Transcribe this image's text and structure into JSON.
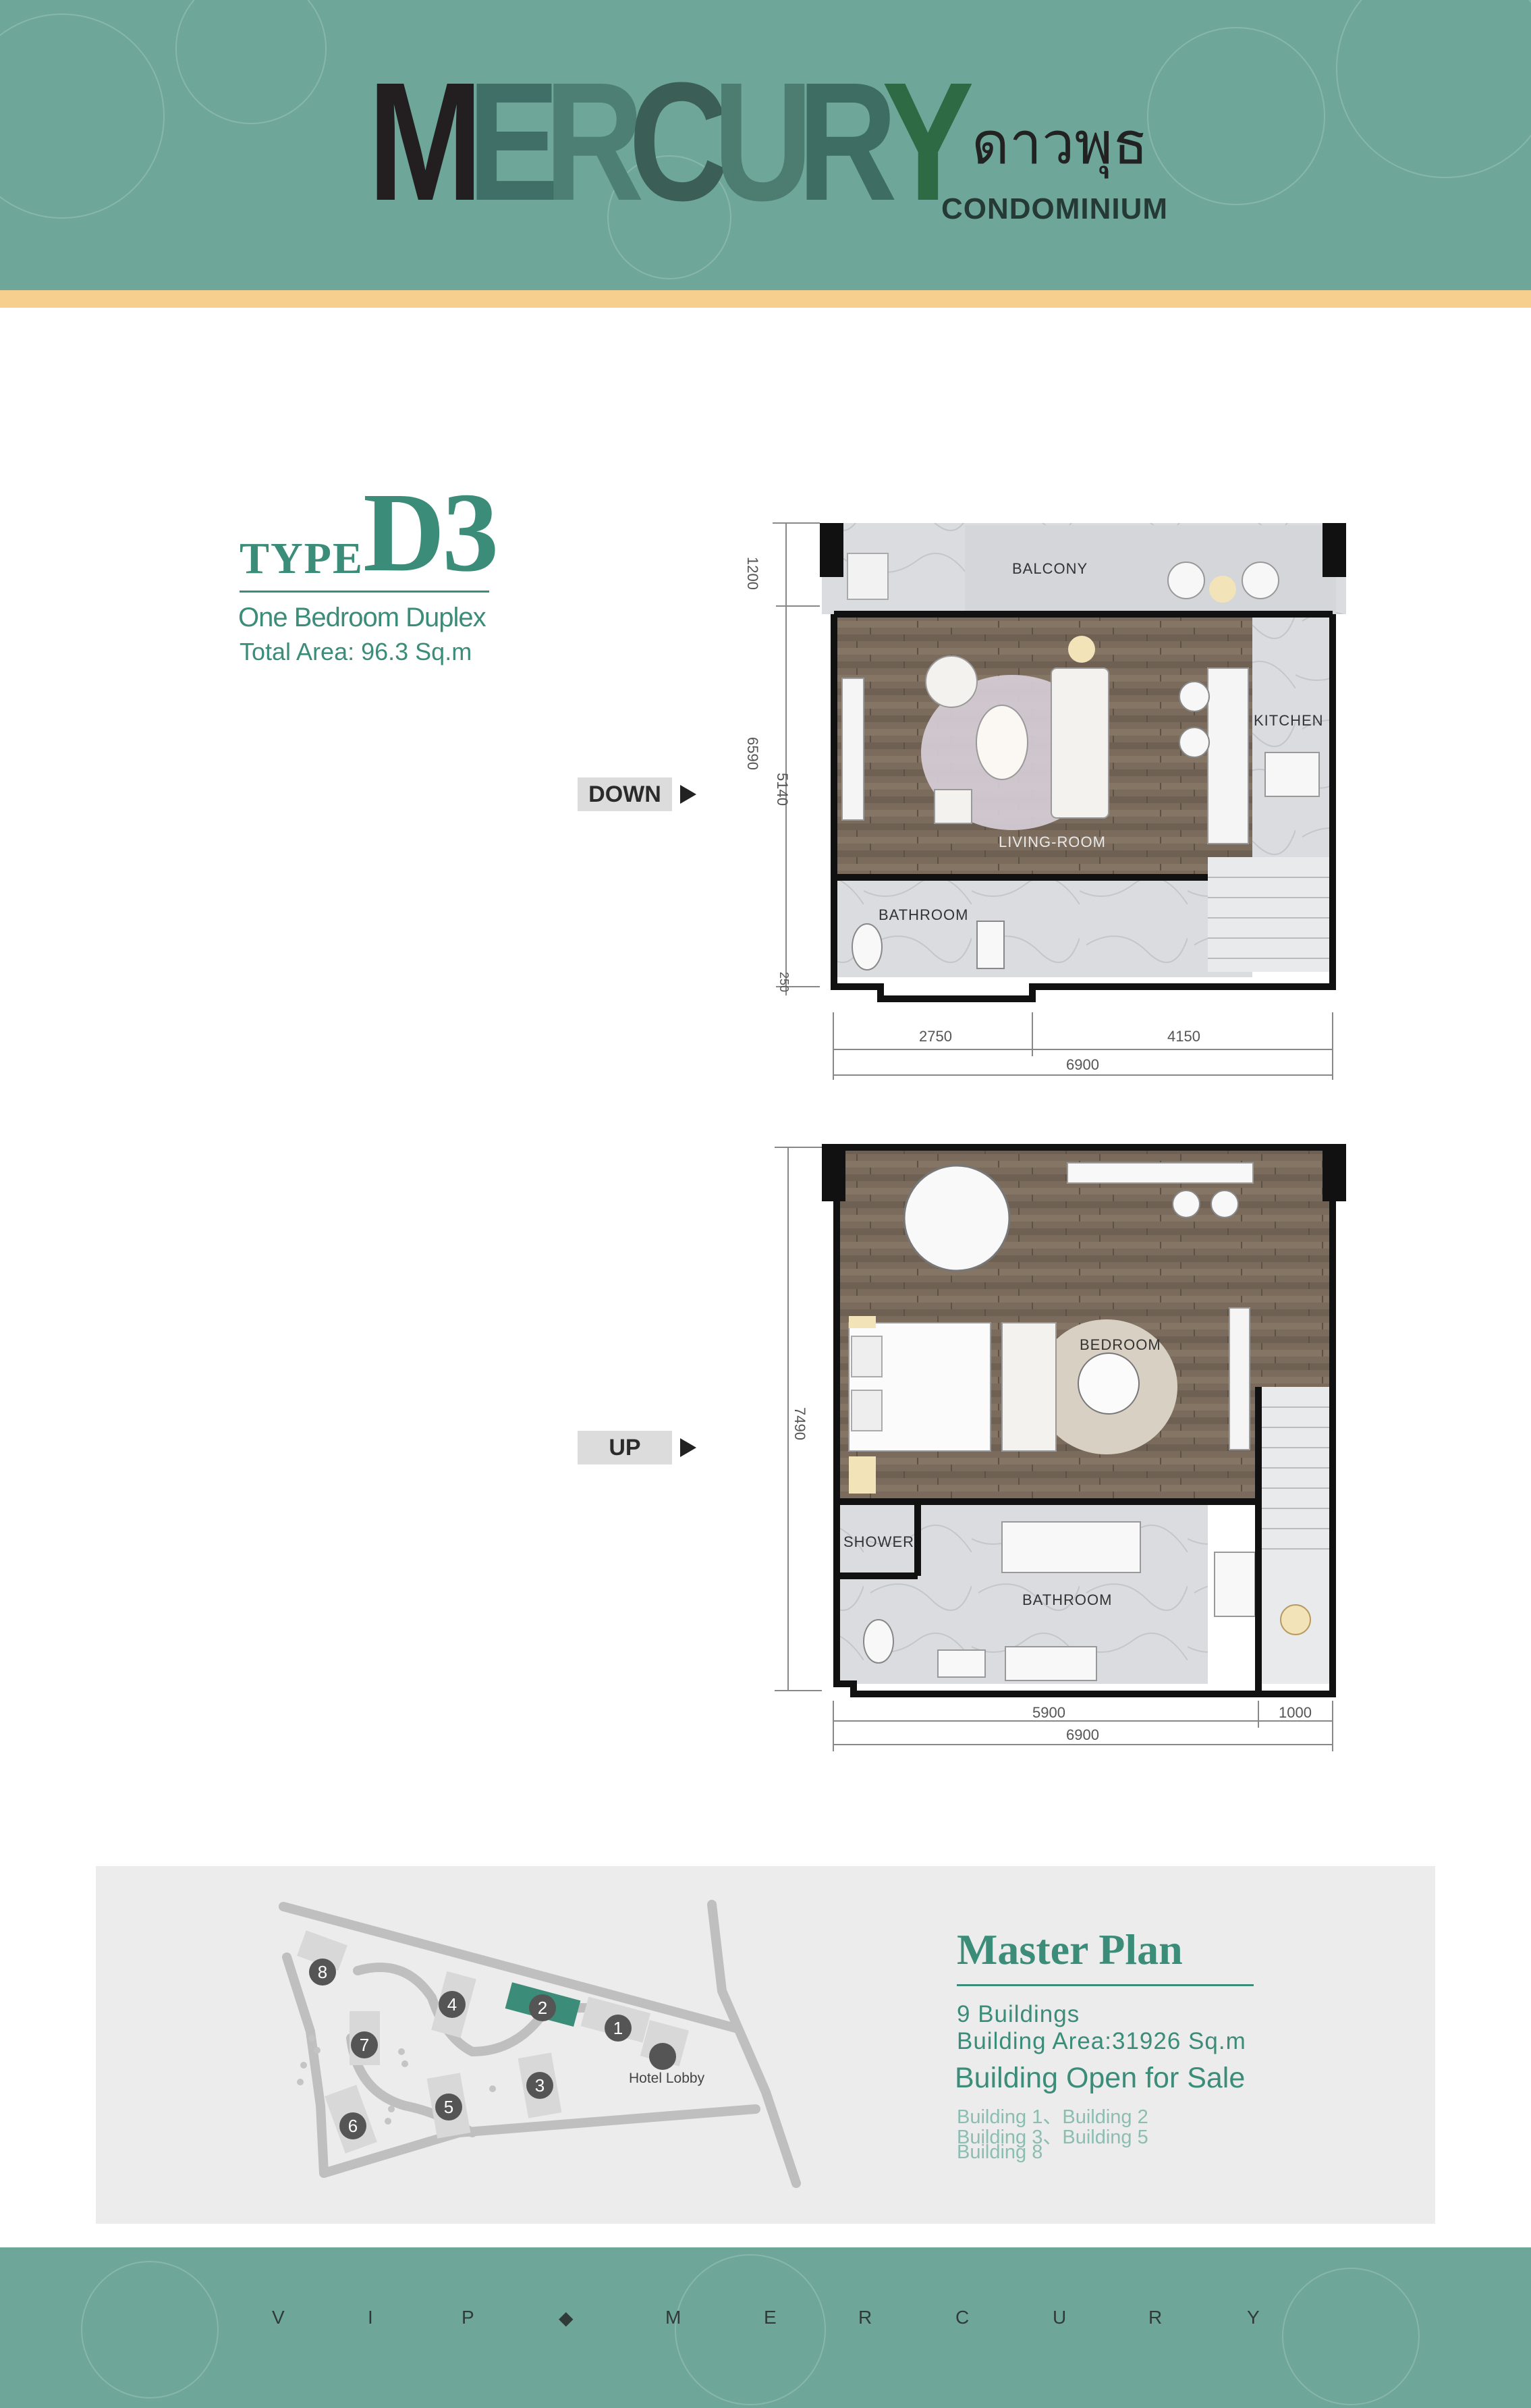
{
  "header": {
    "logo_letters": [
      "M",
      "E",
      "R",
      "C",
      "U",
      "R",
      "Y"
    ],
    "logo_colors": [
      "#231f20",
      "#3f6f66",
      "#4e7f74",
      "#3b5f57",
      "#4d7c71",
      "#3e6d63",
      "#2e6b44"
    ],
    "logo_thai": "ดาวพุธ",
    "logo_sub": "CONDOMINIUM",
    "band_color": "#6ea79a",
    "stripe_color": "#f6cf8f"
  },
  "unit": {
    "type_word": "TYPE",
    "type_code": "D3",
    "name": "One Bedroom Duplex",
    "area": "Total Area: 96.3 Sq.m",
    "accent": "#3b8c78"
  },
  "lower_plan": {
    "tag": "DOWN",
    "rooms": {
      "balcony": "BALCONY",
      "kitchen": "KITCHEN",
      "living": "LIVING-ROOM",
      "bathroom": "BATHROOM"
    },
    "dims": {
      "balcony_depth": "1200",
      "total_depth": "6590",
      "living_depth": "5140",
      "wall": "250",
      "left_width": "2750",
      "right_width": "4150",
      "total_width": "6900"
    }
  },
  "upper_plan": {
    "tag": "UP",
    "rooms": {
      "bedroom": "BEDROOM",
      "shower": "SHOWER",
      "bathroom": "BATHROOM"
    },
    "dims": {
      "total_depth": "7490",
      "left_width": "5900",
      "right_width": "1000",
      "total_width": "6900"
    }
  },
  "master_plan": {
    "title": "Master Plan",
    "buildings": "9 Buildings",
    "area": "Building Area:31926 Sq.m",
    "open_title": "Building Open for Sale",
    "sale_lines": [
      "Building 1、Building 2",
      "Building 3、Building 5",
      "Building 8"
    ],
    "hotel_lobby": "Hotel Lobby",
    "building_numbers": [
      "1",
      "2",
      "3",
      "4",
      "5",
      "6",
      "7",
      "8"
    ],
    "highlight_color": "#3b8c78"
  },
  "footer": {
    "letters": [
      "V",
      "I",
      "P",
      "◆",
      "M",
      "E",
      "R",
      "C",
      "U",
      "R",
      "Y"
    ]
  }
}
